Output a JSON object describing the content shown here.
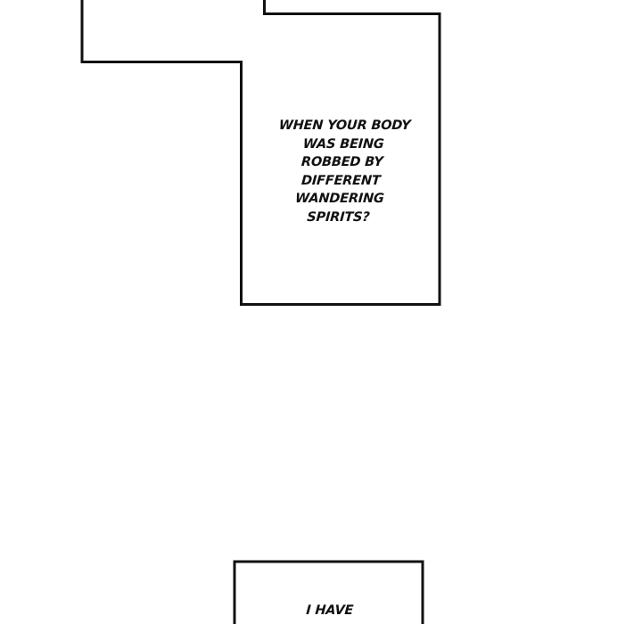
{
  "page": {
    "background": "#ffffff",
    "stroke_color": "#111111"
  },
  "panels": {
    "upper_merged_panel": {
      "text_lines": [
        "WHEN YOUR BODY",
        "WAS BEING",
        "ROBBED BY",
        "DIFFERENT",
        "WANDERING",
        "SPIRITS?"
      ]
    },
    "lower_panel": {
      "text_lines": [
        "I HAVE"
      ]
    }
  }
}
